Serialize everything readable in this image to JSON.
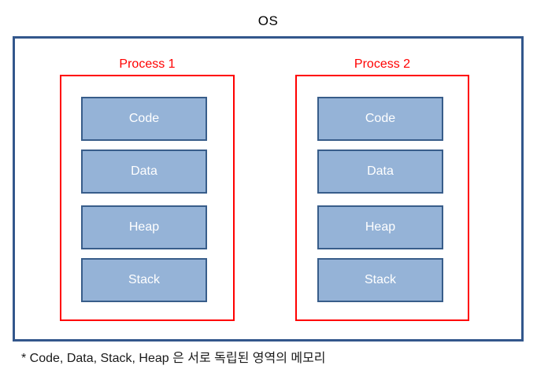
{
  "diagram": {
    "title": "OS",
    "footnote": "* Code, Data, Stack, Heap 은 서로 독립된 영역의 메모리",
    "colors": {
      "os_border": "#33578C",
      "process_border": "#FF0000",
      "process_label": "#FF0000",
      "segment_fill": "#95B3D7",
      "segment_border": "#385D8A",
      "segment_text": "#FFFFFF",
      "title_text": "#000000",
      "background": "#FFFFFF"
    },
    "processes": [
      {
        "label": "Process 1",
        "segments": [
          {
            "label": "Code"
          },
          {
            "label": "Data"
          },
          {
            "label": "Heap"
          },
          {
            "label": "Stack"
          }
        ]
      },
      {
        "label": "Process 2",
        "segments": [
          {
            "label": "Code"
          },
          {
            "label": "Data"
          },
          {
            "label": "Heap"
          },
          {
            "label": "Stack"
          }
        ]
      }
    ]
  }
}
